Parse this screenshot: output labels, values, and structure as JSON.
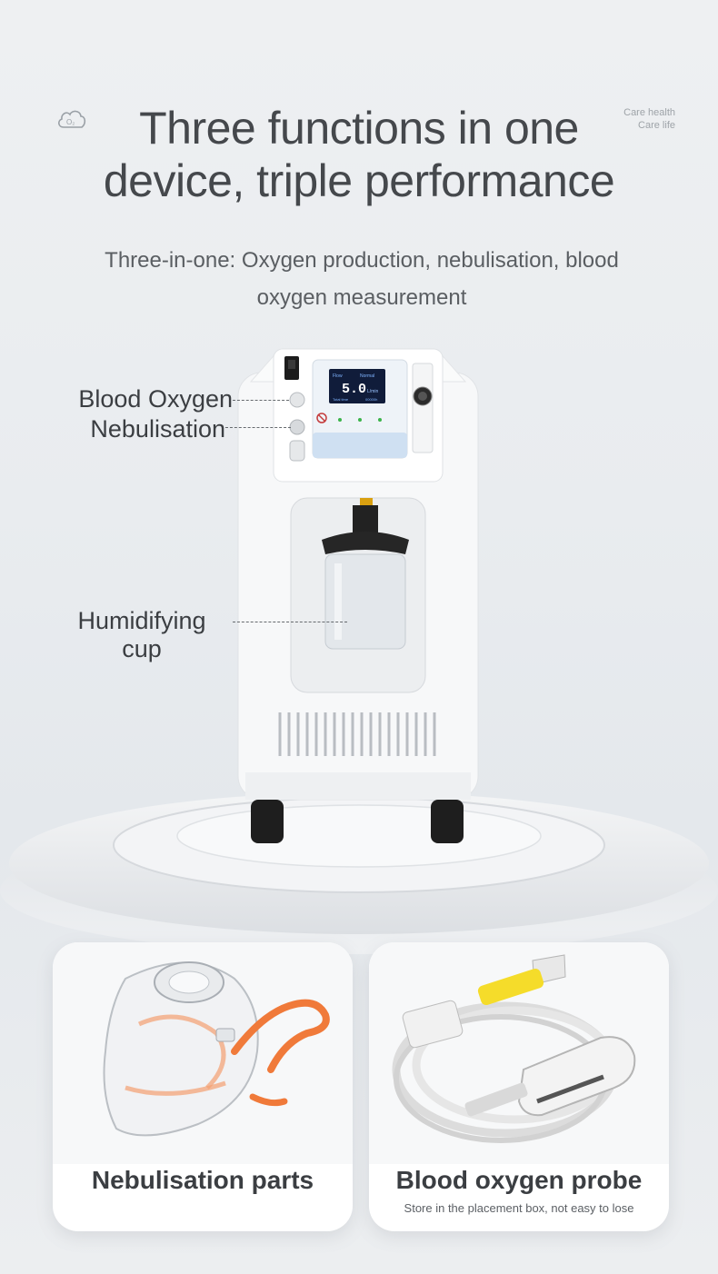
{
  "header": {
    "logo_icon": "o2-cloud-icon",
    "logo_text": "O₂",
    "tagline_line1": "Care health",
    "tagline_line2": "Care life",
    "title_line1": "Three functions in one",
    "title_line2": "device, triple performance",
    "subtitle_line1": "Three-in-one: Oxygen production, nebulisation, blood",
    "subtitle_line2": "oxygen measurement"
  },
  "device": {
    "display_value": "5.0",
    "display_unit": "L/min",
    "display_flow_label": "Flow",
    "display_mode_label": "Normal",
    "display_total_label": "Total time",
    "display_total_value": "00000h"
  },
  "callouts": {
    "blood_oxygen": "Blood Oxygen",
    "nebulisation": "Nebulisation",
    "humidifying_line1": "Humidifying",
    "humidifying_line2": "cup"
  },
  "cards": [
    {
      "title": "Nebulisation parts",
      "note": "",
      "icon": "nebuliser-mask-icon"
    },
    {
      "title": "Blood oxygen probe",
      "note": "Store in the placement box, not easy to lose",
      "icon": "oximeter-probe-icon"
    }
  ],
  "colors": {
    "background": "#eceef0",
    "text_dark": "#3f4246",
    "mask_strap": "#f07a3a",
    "probe_yellow": "#f5dc2a",
    "display_blue": "#1b5fd6"
  }
}
